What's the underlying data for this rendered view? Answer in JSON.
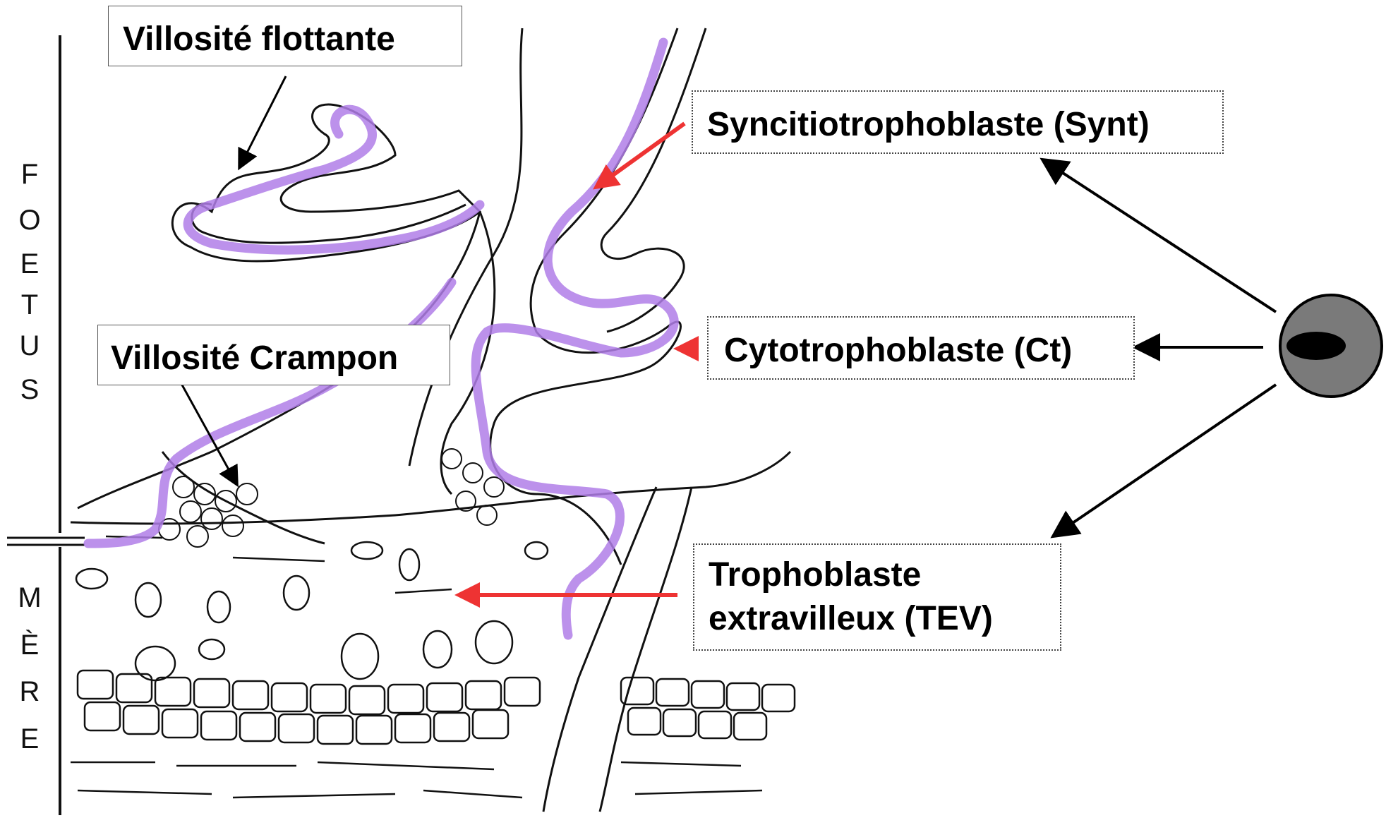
{
  "side_labels": {
    "foetus": [
      "F",
      "O",
      "E",
      "T",
      "U",
      "S"
    ],
    "mere": [
      "M",
      "È",
      "R",
      "E"
    ]
  },
  "labels": {
    "villosite_flottante": "Villosité flottante",
    "villosite_crampon": "Villosité Crampon",
    "syncytiotrophoblaste": "Syncitiotrophoblaste (Synt)",
    "cytotrophoblaste": "Cytotrophoblaste (Ct)",
    "trophoblaste_extravilleux_line1": "Trophoblaste",
    "trophoblaste_extravilleux_line2": "extravilleux (TEV)"
  },
  "colors": {
    "ink": "#111111",
    "highlight": "#b07ee8",
    "red_arrow": "#ee3333",
    "stem_cell": "#7a7a7a"
  }
}
